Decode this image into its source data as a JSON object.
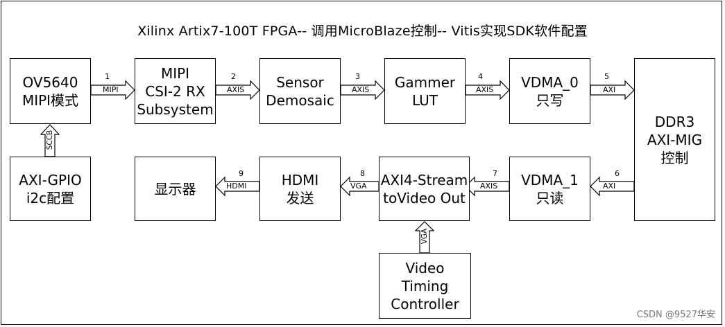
{
  "title": "Xilinx Artix7-100T FPGA-- 调用MicroBlaze控制-- Vitis实现SDK软件配置",
  "blocks": {
    "ov5640": [
      "OV5640",
      "MIPI模式"
    ],
    "mipi_csi": [
      "MIPI",
      "CSI-2 RX",
      "Subsystem"
    ],
    "sensor_demosaic": [
      "Sensor",
      "Demosaic"
    ],
    "gammer_lut": [
      "Gammer",
      "LUT"
    ],
    "vdma0": [
      "VDMA_0",
      "只写"
    ],
    "ddr3": [
      "DDR3",
      "AXI-MIG",
      "控制"
    ],
    "axi_gpio": [
      "AXI-GPIO",
      "i2c配置"
    ],
    "display": [
      "显示器"
    ],
    "hdmi": [
      "HDMI",
      "发送"
    ],
    "axi4_stream": [
      "AXI4-Stream",
      "toVideo Out"
    ],
    "vdma1": [
      "VDMA_1",
      "只读"
    ],
    "vtc": [
      "Video",
      "Timing",
      "Controller"
    ]
  },
  "links": [
    {
      "num": "1",
      "label": "MIPI"
    },
    {
      "num": "2",
      "label": "AXIS"
    },
    {
      "num": "3",
      "label": "AXIS"
    },
    {
      "num": "4",
      "label": "AXIS"
    },
    {
      "num": "5",
      "label": "AXI"
    },
    {
      "num": "6",
      "label": "AXI"
    },
    {
      "num": "7",
      "label": "AXIS"
    },
    {
      "num": "8",
      "label": "VGA"
    },
    {
      "num": "9",
      "label": "HDMI"
    }
  ],
  "vertical_links": {
    "sccb": "SCCB",
    "vga": "VGA"
  },
  "watermark": "CSDN @9527华安"
}
